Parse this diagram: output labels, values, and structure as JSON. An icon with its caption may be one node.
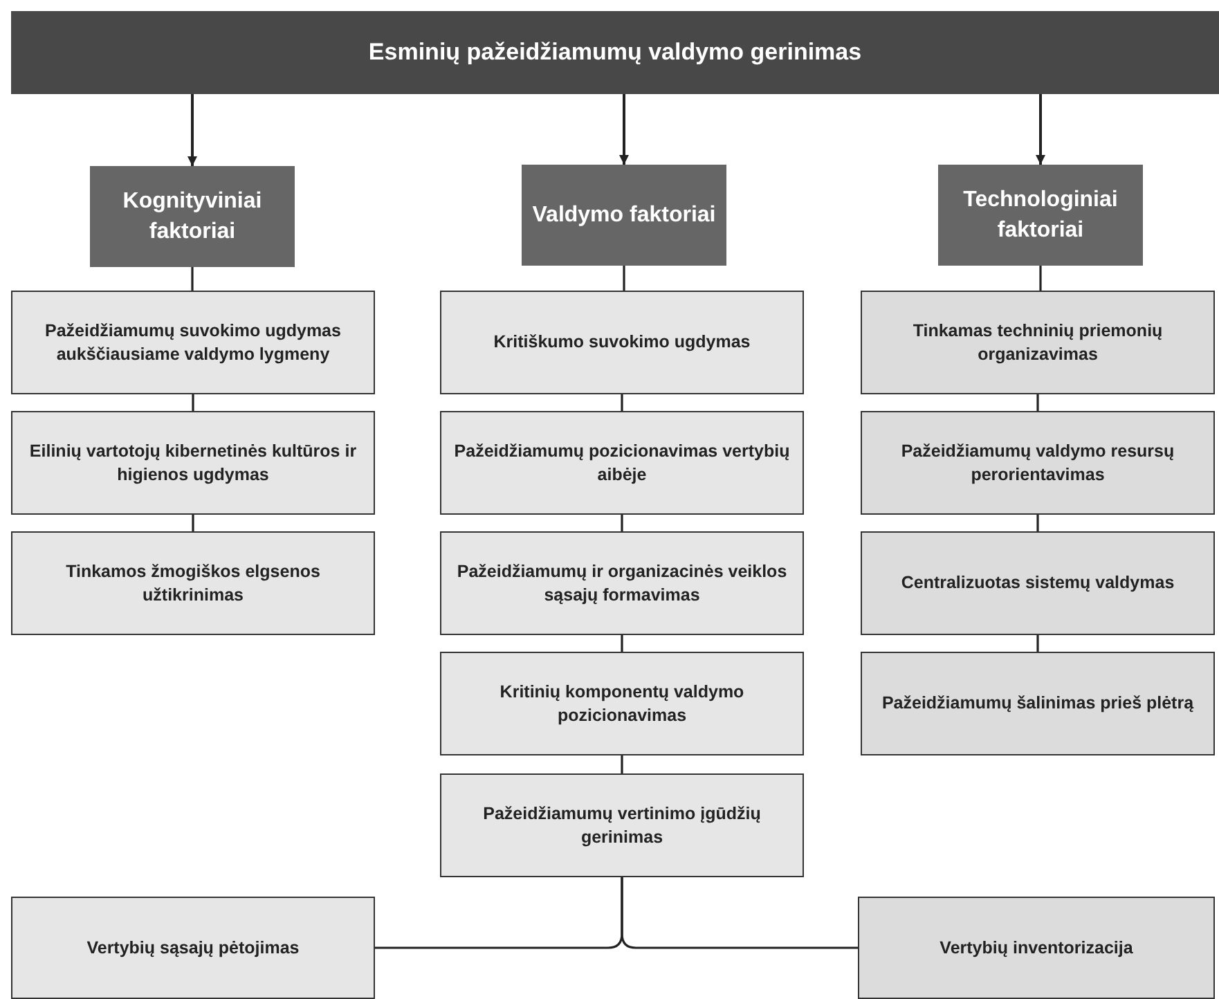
{
  "diagram": {
    "nodes": [
      {
        "text": [
          "Esminių pažeidžiamumų valdymo gerinimas"
        ]
      },
      {
        "text": [
          "Kognityviniai faktoriai"
        ]
      },
      {
        "text": [
          "Valdymo faktoriai"
        ]
      },
      {
        "text": [
          "Technologiniai faktoriai"
        ]
      },
      {
        "text": [
          "Pažeidžiamumų suvokimo ugdymas aukščiausiame valdymo lygmeny"
        ]
      },
      {
        "text": [
          "Eilinių vartotojų kibernetinės kultūros ir higienos ugdymas"
        ]
      },
      {
        "text": [
          "Tinkamos žmogiškos elgsenos užtikrinimas"
        ]
      },
      {
        "text": [
          "Kritiškumo suvokimo ugdymas"
        ]
      },
      {
        "text": [
          "Pažeidžiamumų pozicionavimas vertybių aibėje"
        ]
      },
      {
        "text": [
          "Pažeidžiamumų ir organizacinės veiklos sąsajų formavimas"
        ]
      },
      {
        "text": [
          "Kritinių komponentų valdymo pozicionavimas"
        ]
      },
      {
        "text": [
          "Pažeidžiamumų vertinimo įgūdžių gerinimas"
        ]
      },
      {
        "text": [
          "Tinkamas techninių priemonių organizavimas"
        ]
      },
      {
        "text": [
          "Pažeidžiamumų valdymo resursų perorientavimas"
        ]
      },
      {
        "text": [
          "Centralizuotas sistemų valdymas"
        ]
      },
      {
        "text": [
          "Pažeidžiamumų šalinimas prieš plėtrą"
        ]
      },
      {
        "text": [
          "Vertybių sąsajų pėtojimas"
        ]
      },
      {
        "text": [
          "Vertybių inventorizacija"
        ]
      }
    ],
    "edges": [
      {
        "from": 0,
        "to": 1,
        "arrow": "to"
      },
      {
        "from": 0,
        "to": 2,
        "arrow": "to"
      },
      {
        "from": 0,
        "to": 3,
        "arrow": "to"
      },
      {
        "from": 1,
        "to": 4,
        "arrow": "none"
      },
      {
        "from": 4,
        "to": 5,
        "arrow": "none"
      },
      {
        "from": 5,
        "to": 6,
        "arrow": "none"
      },
      {
        "from": 2,
        "to": 7,
        "arrow": "none"
      },
      {
        "from": 7,
        "to": 8,
        "arrow": "none"
      },
      {
        "from": 8,
        "to": 9,
        "arrow": "none"
      },
      {
        "from": 9,
        "to": 10,
        "arrow": "none"
      },
      {
        "from": 10,
        "to": 11,
        "arrow": "none"
      },
      {
        "from": 3,
        "to": 12,
        "arrow": "none"
      },
      {
        "from": 12,
        "to": 13,
        "arrow": "none"
      },
      {
        "from": 13,
        "to": 14,
        "arrow": "none"
      },
      {
        "from": 14,
        "to": 15,
        "arrow": "none"
      },
      {
        "from": 11,
        "to": 16,
        "arrow": "none"
      },
      {
        "from": 11,
        "to": 17,
        "arrow": "none"
      }
    ]
  }
}
